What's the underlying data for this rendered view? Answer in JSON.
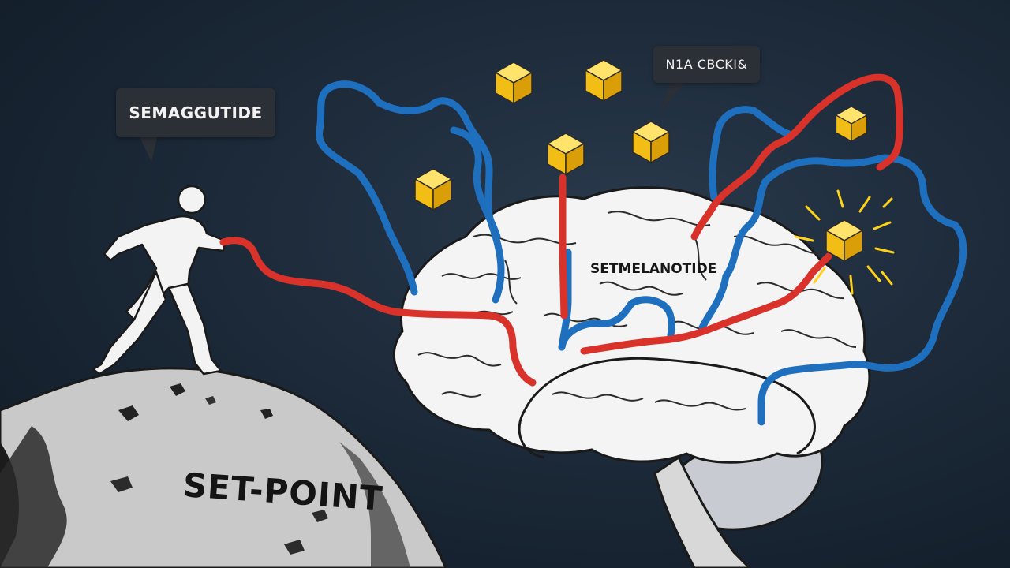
{
  "labels": {
    "semaglutide": "SEMAGGUTIDE",
    "top_bubble": "N1A CBCKI&",
    "setmelanotide": "SETMELANOTIDE",
    "set_point": "SET-POINT"
  },
  "colors": {
    "background": "#1b2836",
    "red_pathway": "#d8322a",
    "blue_pathway": "#1f6fbf",
    "cube": "#f5c518",
    "brain": "#f4f4f4",
    "rock": "#c9c9c9"
  }
}
